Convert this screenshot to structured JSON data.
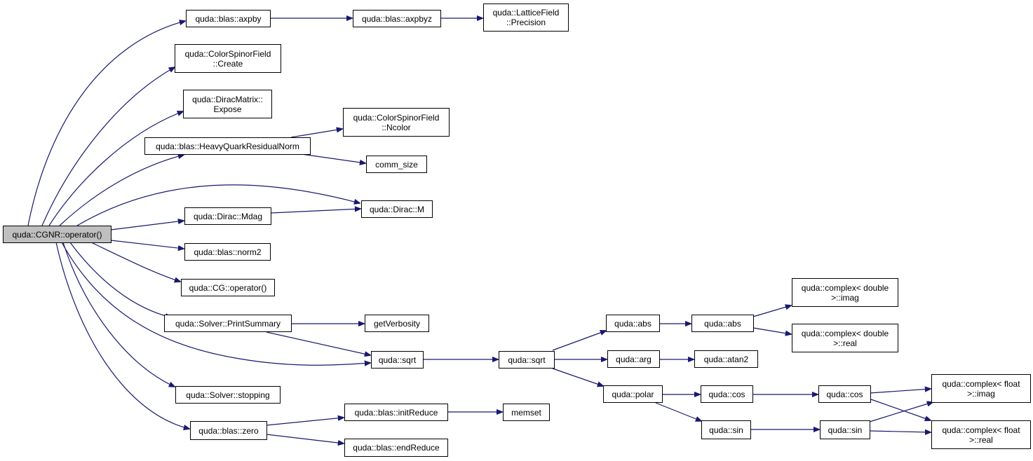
{
  "graph": {
    "colors": {
      "edge": "#191970",
      "root_fill": "#bfbfbf",
      "node_fill": "#ffffff",
      "node_border": "#000000"
    },
    "nodes": {
      "cgnr_op": "quda::CGNR::operator()",
      "axpby": "quda::blas::axpby",
      "axpbyz": "quda::blas::axpbyz",
      "lattice_precision": "quda::LatticeField\n::Precision",
      "csf_create": "quda::ColorSpinorField\n::Create",
      "dirac_expose": "quda::DiracMatrix::\nExpose",
      "csf_ncolor": "quda::ColorSpinorField\n::Ncolor",
      "hq_residual": "quda::blas::HeavyQuarkResidualNorm",
      "comm_size": "comm_size",
      "dirac_mdag": "quda::Dirac::Mdag",
      "dirac_m": "quda::Dirac::M",
      "norm2": "quda::blas::norm2",
      "cg_op": "quda::CG::operator()",
      "print_summary": "quda::Solver::PrintSummary",
      "get_verbosity": "getVerbosity",
      "sqrt1": "quda::sqrt",
      "sqrt2": "quda::sqrt",
      "abs1": "quda::abs",
      "abs2": "quda::abs",
      "cd_imag": "quda::complex< double\n>::imag",
      "cd_real": "quda::complex< double\n>::real",
      "arg": "quda::arg",
      "atan2": "quda::atan2",
      "polar": "quda::polar",
      "cos1": "quda::cos",
      "cos2": "quda::cos",
      "cf_imag": "quda::complex< float\n>::imag",
      "sin1": "quda::sin",
      "sin2": "quda::sin",
      "cf_real": "quda::complex< float\n>::real",
      "stopping": "quda::Solver::stopping",
      "blas_zero": "quda::blas::zero",
      "init_reduce": "quda::blas::initReduce",
      "memset": "memset",
      "end_reduce": "quda::blas::endReduce"
    }
  }
}
